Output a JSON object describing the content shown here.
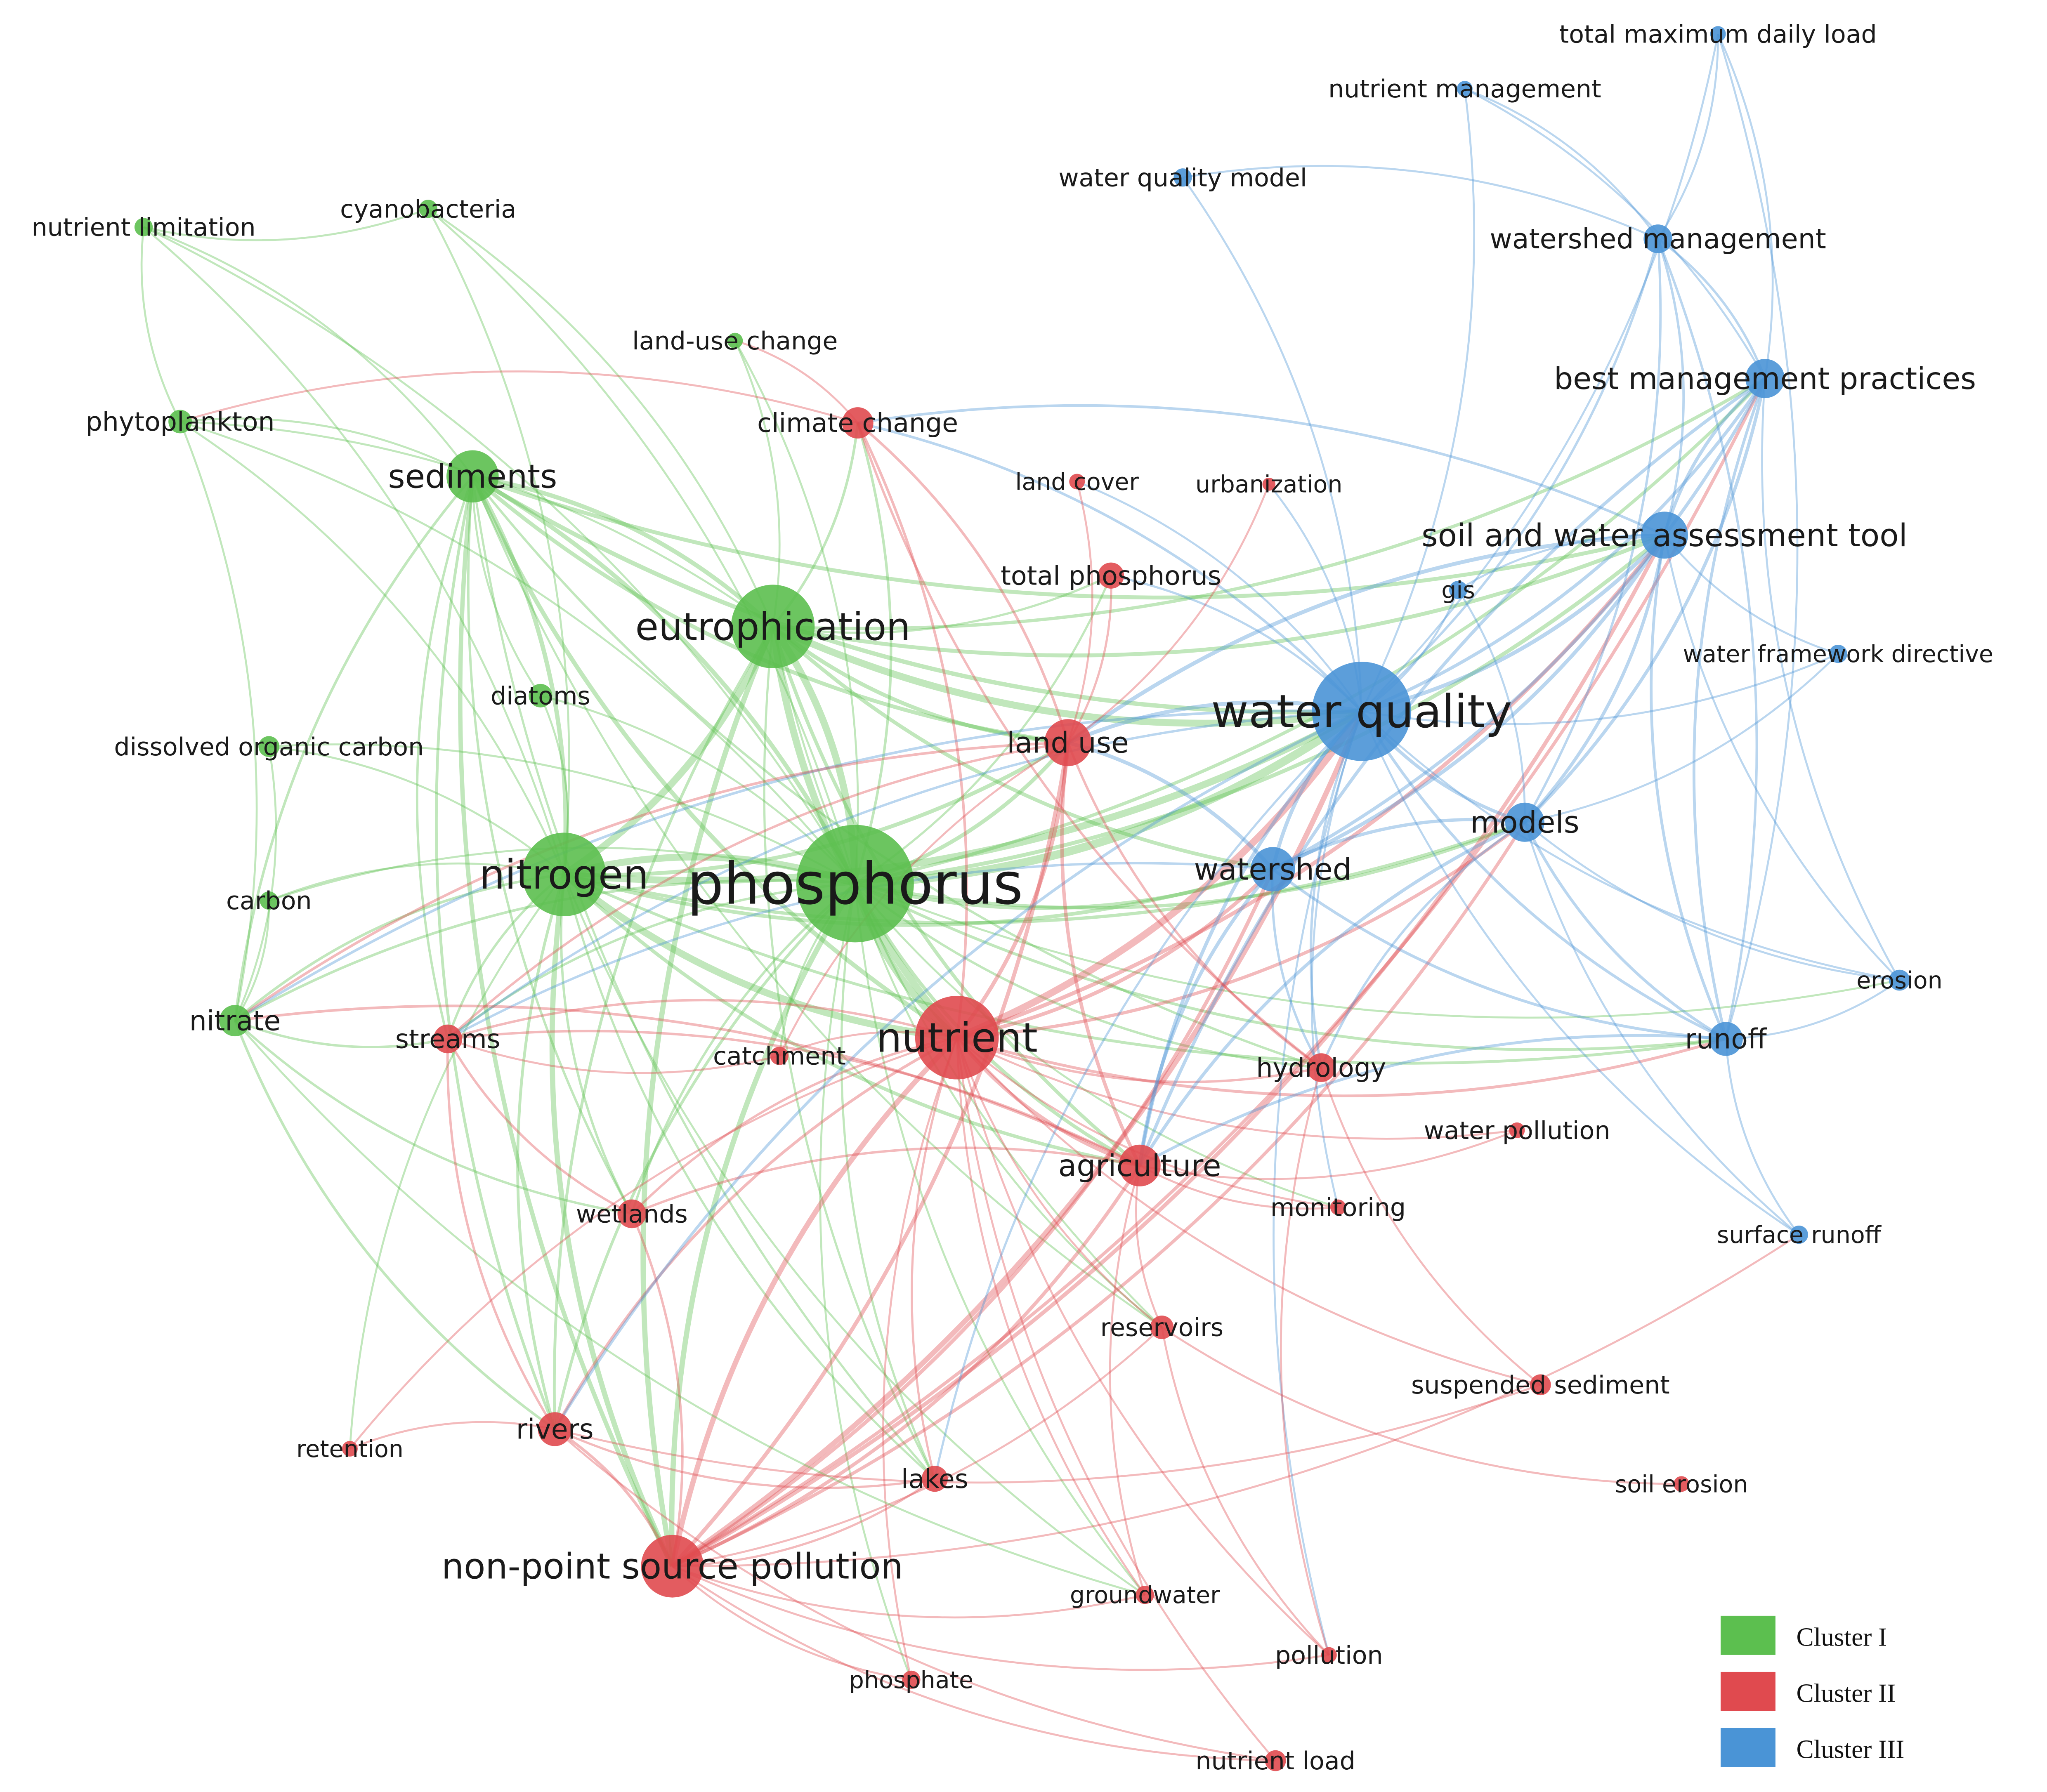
{
  "clusters": [
    {
      "id": 1,
      "label": "Cluster I",
      "color": "#5cbf4f"
    },
    {
      "id": 2,
      "label": "Cluster II",
      "color": "#e04a4f"
    },
    {
      "id": 3,
      "label": "Cluster III",
      "color": "#4a94d6"
    }
  ],
  "nodes": [
    {
      "label": "phosphorus",
      "cluster": 1
    },
    {
      "label": "nitrogen",
      "cluster": 1
    },
    {
      "label": "eutrophication",
      "cluster": 1
    },
    {
      "label": "sediments",
      "cluster": 1
    },
    {
      "label": "nutrient limitation",
      "cluster": 1
    },
    {
      "label": "cyanobacteria",
      "cluster": 1
    },
    {
      "label": "phytoplankton",
      "cluster": 1
    },
    {
      "label": "land-use change",
      "cluster": 1
    },
    {
      "label": "diatoms",
      "cluster": 1
    },
    {
      "label": "dissolved organic carbon",
      "cluster": 1
    },
    {
      "label": "carbon",
      "cluster": 1
    },
    {
      "label": "nitrate",
      "cluster": 1
    },
    {
      "label": "nutrient",
      "cluster": 2
    },
    {
      "label": "non-point source pollution",
      "cluster": 2
    },
    {
      "label": "land use",
      "cluster": 2
    },
    {
      "label": "climate change",
      "cluster": 2
    },
    {
      "label": "land cover",
      "cluster": 2
    },
    {
      "label": "urbanization",
      "cluster": 2
    },
    {
      "label": "total phosphorus",
      "cluster": 2
    },
    {
      "label": "streams",
      "cluster": 2
    },
    {
      "label": "catchment",
      "cluster": 2
    },
    {
      "label": "hydrology",
      "cluster": 2
    },
    {
      "label": "water pollution",
      "cluster": 2
    },
    {
      "label": "agriculture",
      "cluster": 2
    },
    {
      "label": "wetlands",
      "cluster": 2
    },
    {
      "label": "monitoring",
      "cluster": 2
    },
    {
      "label": "reservoirs",
      "cluster": 2
    },
    {
      "label": "suspended sediment",
      "cluster": 2
    },
    {
      "label": "rivers",
      "cluster": 2
    },
    {
      "label": "retention",
      "cluster": 2
    },
    {
      "label": "lakes",
      "cluster": 2
    },
    {
      "label": "soil erosion",
      "cluster": 2
    },
    {
      "label": "groundwater",
      "cluster": 2
    },
    {
      "label": "phosphate",
      "cluster": 2
    },
    {
      "label": "pollution",
      "cluster": 2
    },
    {
      "label": "nutrient load",
      "cluster": 2
    },
    {
      "label": "water quality",
      "cluster": 3
    },
    {
      "label": "total maximum daily load",
      "cluster": 3
    },
    {
      "label": "nutrient management",
      "cluster": 3
    },
    {
      "label": "water quality model",
      "cluster": 3
    },
    {
      "label": "watershed management",
      "cluster": 3
    },
    {
      "label": "best management practices",
      "cluster": 3
    },
    {
      "label": "soil and water assessment tool",
      "cluster": 3
    },
    {
      "label": "gis",
      "cluster": 3
    },
    {
      "label": "water framework directive",
      "cluster": 3
    },
    {
      "label": "models",
      "cluster": 3
    },
    {
      "label": "watershed",
      "cluster": 3
    },
    {
      "label": "erosion",
      "cluster": 3
    },
    {
      "label": "runoff",
      "cluster": 3
    },
    {
      "label": "surface runoff",
      "cluster": 3
    }
  ],
  "edges": {
    "phosphorus": [
      "nitrogen",
      "eutrophication",
      "sediments",
      "nutrient limitation",
      "cyanobacteria",
      "phytoplankton",
      "land-use change",
      "diatoms",
      "dissolved organic carbon",
      "carbon",
      "nitrate",
      "nutrient",
      "non-point source pollution",
      "land use",
      "climate change",
      "total phosphorus",
      "streams",
      "catchment",
      "hydrology",
      "agriculture",
      "wetlands",
      "reservoirs",
      "rivers",
      "lakes",
      "groundwater",
      "phosphate",
      "water quality",
      "watershed",
      "models",
      "runoff",
      "soil and water assessment tool",
      "best management practices",
      "erosion",
      "monitoring"
    ],
    "nitrogen": [
      "eutrophication",
      "sediments",
      "phytoplankton",
      "nutrient limitation",
      "cyanobacteria",
      "diatoms",
      "carbon",
      "nitrate",
      "dissolved organic carbon",
      "nutrient",
      "non-point source pollution",
      "streams",
      "wetlands",
      "rivers",
      "lakes",
      "agriculture",
      "land use",
      "water quality",
      "watershed",
      "retention",
      "groundwater",
      "runoff",
      "models"
    ],
    "eutrophication": [
      "sediments",
      "cyanobacteria",
      "phytoplankton",
      "land-use change",
      "nutrient",
      "non-point source pollution",
      "land use",
      "climate change",
      "total phosphorus",
      "water quality",
      "lakes",
      "reservoirs",
      "rivers",
      "agriculture",
      "best management practices",
      "soil and water assessment tool",
      "watershed"
    ],
    "sediments": [
      "phytoplankton",
      "nutrient limitation",
      "diatoms",
      "nitrate",
      "nutrient",
      "non-point source pollution",
      "streams",
      "rivers",
      "wetlands",
      "lakes",
      "water quality",
      "land use",
      "reservoirs",
      "hydrology",
      "soil and water assessment tool"
    ],
    "nutrient": [
      "non-point source pollution",
      "land use",
      "climate change",
      "streams",
      "catchment",
      "hydrology",
      "agriculture",
      "wetlands",
      "monitoring",
      "reservoirs",
      "rivers",
      "lakes",
      "groundwater",
      "phosphate",
      "pollution",
      "nutrient load",
      "water quality",
      "watershed",
      "models",
      "runoff",
      "soil and water assessment tool",
      "water pollution",
      "suspended sediment",
      "retention"
    ],
    "non-point source pollution": [
      "land use",
      "agriculture",
      "rivers",
      "lakes",
      "groundwater",
      "phosphate",
      "wetlands",
      "reservoirs",
      "water quality",
      "watershed",
      "models",
      "surface runoff",
      "soil and water assessment tool",
      "best management practices",
      "pollution",
      "nutrient load"
    ],
    "water quality": [
      "total maximum daily load",
      "nutrient management",
      "water quality model",
      "watershed management",
      "best management practices",
      "soil and water assessment tool",
      "gis",
      "water framework directive",
      "models",
      "watershed",
      "erosion",
      "runoff",
      "surface runoff",
      "land use",
      "land cover",
      "urbanization",
      "agriculture",
      "hydrology",
      "monitoring",
      "climate change",
      "total phosphorus",
      "streams",
      "nitrate",
      "rivers",
      "pollution",
      "lakes"
    ],
    "models": [
      "soil and water assessment tool",
      "best management practices",
      "watershed management",
      "runoff",
      "erosion",
      "watershed",
      "gis",
      "surface runoff",
      "hydrology",
      "agriculture",
      "water framework directive"
    ],
    "watershed": [
      "land use",
      "agriculture",
      "best management practices",
      "runoff",
      "soil and water assessment tool",
      "hydrology",
      "streams"
    ],
    "best management practices": [
      "soil and water assessment tool",
      "watershed management",
      "total maximum daily load",
      "runoff",
      "erosion",
      "agriculture",
      "nutrient management"
    ],
    "soil and water assessment tool": [
      "watershed management",
      "runoff",
      "erosion",
      "gis",
      "water framework directive",
      "land use",
      "climate change"
    ],
    "runoff": [
      "erosion",
      "surface runoff",
      "watershed management",
      "agriculture",
      "total maximum daily load"
    ],
    "land use": [
      "land cover",
      "urbanization",
      "total phosphorus",
      "streams",
      "agriculture",
      "hydrology",
      "catchment",
      "climate change",
      "nitrate"
    ],
    "agriculture": [
      "wetlands",
      "monitoring",
      "reservoirs",
      "groundwater",
      "streams",
      "nitrate",
      "water pollution"
    ],
    "climate change": [
      "land-use change",
      "phytoplankton",
      "hydrology"
    ],
    "watershed management": [
      "total maximum daily load",
      "nutrient management",
      "water quality model"
    ],
    "nitrate": [
      "carbon",
      "streams",
      "wetlands",
      "groundwater",
      "rivers",
      "dissolved organic carbon",
      "phytoplankton"
    ],
    "streams": [
      "wetlands",
      "rivers",
      "catchment"
    ],
    "rivers": [
      "retention",
      "lakes",
      "nutrient load",
      "suspended sediment"
    ],
    "hydrology": [
      "suspended sediment",
      "pollution"
    ],
    "reservoirs": [
      "soil erosion",
      "pollution"
    ],
    "nutrient limitation": [
      "phytoplankton",
      "cyanobacteria"
    ]
  },
  "legend": [
    "Cluster I",
    "Cluster II",
    "Cluster III"
  ]
}
